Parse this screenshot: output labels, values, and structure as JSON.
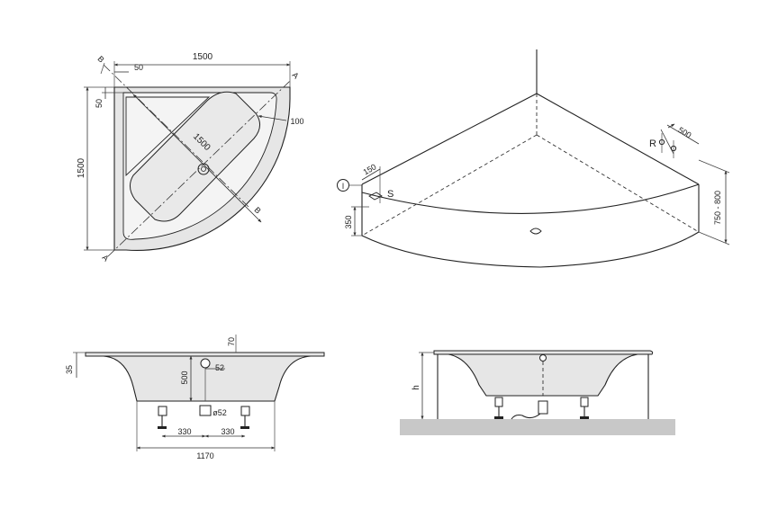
{
  "top_view": {
    "dim_width": "1500",
    "dim_height": "1500",
    "dim_rim_top": "50",
    "dim_rim_left": "50",
    "dim_diagonal": "1500",
    "dim_radius": "100",
    "label_a": "A",
    "label_b": "B"
  },
  "iso_view": {
    "label_r": "R",
    "label_s": "S",
    "label_l": "l",
    "dim_500": "500",
    "dim_150": "150",
    "dim_350": "350",
    "dim_height_range": "750 - 800"
  },
  "section_a": {
    "dim_70": "70",
    "dim_52": "52",
    "dim_500": "500",
    "dim_35": "35",
    "dim_o52": "ø52",
    "dim_330_left": "330",
    "dim_330_right": "330",
    "dim_1170": "1170"
  },
  "section_b": {
    "dim_h": "h"
  },
  "colors": {
    "tub_fill": "#e6e6e6",
    "floor_fill": "#c8c8c8",
    "line": "#222222"
  }
}
